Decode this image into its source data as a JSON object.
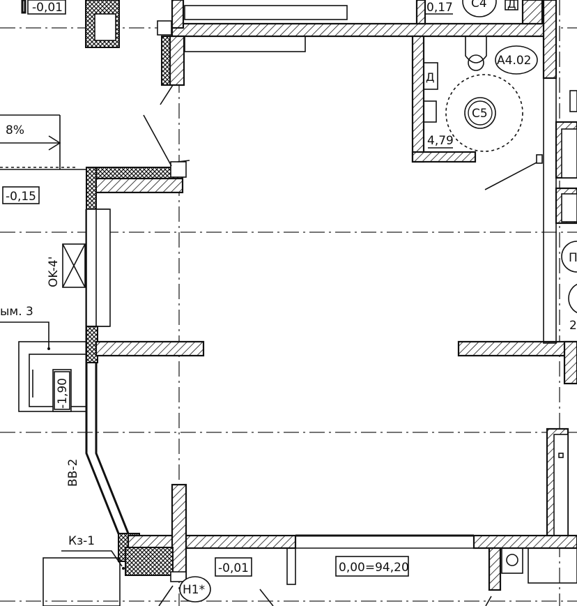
{
  "plan": {
    "levels": {
      "top_left": "-0,01",
      "top_mid": "0,17",
      "left_mid": "-0,15",
      "pit": "-1,90",
      "bottom_mid": "-0,01",
      "bottom_abs": "0,00=94,20"
    },
    "slope": "8%",
    "window_mark": "OK-4'",
    "vent_mark": "BB-2",
    "detail_mark": "Кз-1",
    "note_left": "ым. 3",
    "room_tags": {
      "a402": "A4.02",
      "c5": "C5",
      "c4": "C4",
      "h1": "H1*",
      "partial_p": "П"
    },
    "bath_area": "4,79",
    "partial_num": "2",
    "door_letter": "Д"
  }
}
